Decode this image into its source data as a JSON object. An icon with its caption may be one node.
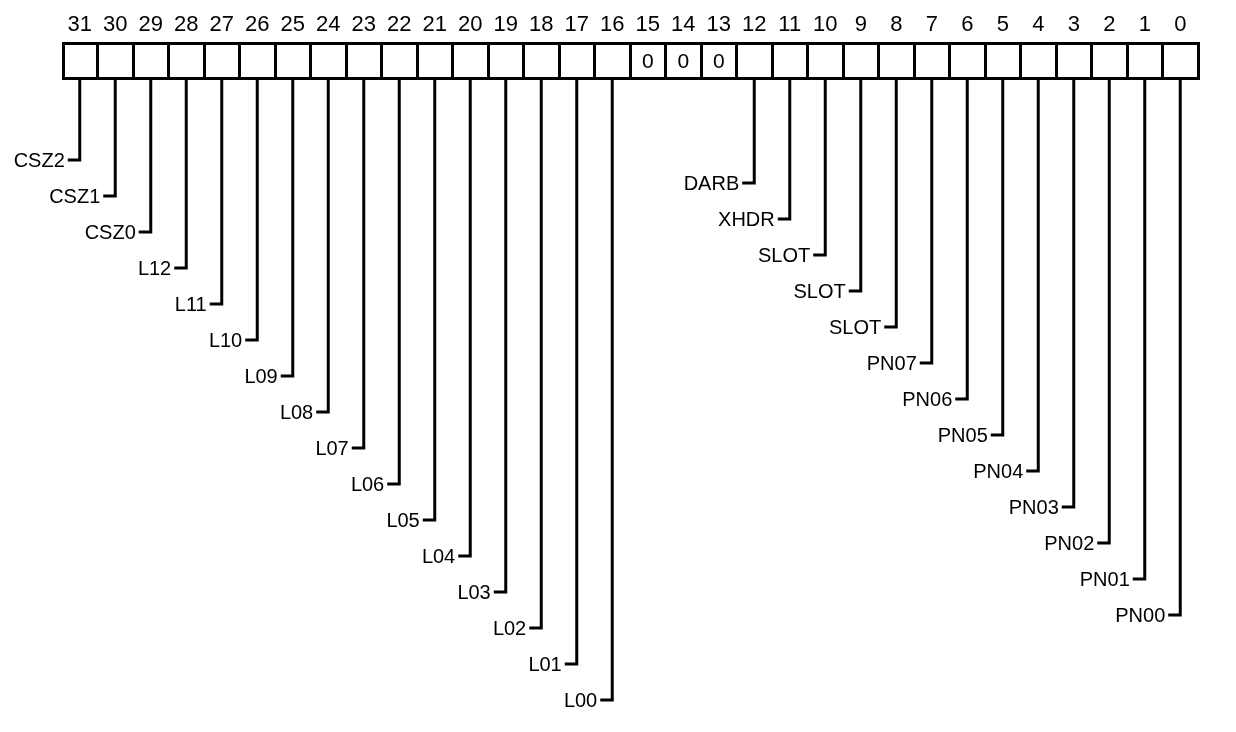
{
  "diagram": {
    "nodes": [
      {
        "text": [],
        "shape": "box"
      },
      {
        "text": [],
        "shape": "box"
      },
      {
        "text": [],
        "shape": "box"
      },
      {
        "text": [],
        "shape": "box"
      },
      {
        "text": [],
        "shape": "box"
      },
      {
        "text": [],
        "shape": "box"
      },
      {
        "text": [],
        "shape": "box"
      },
      {
        "text": [],
        "shape": "box"
      },
      {
        "text": [],
        "shape": "box"
      },
      {
        "text": [],
        "shape": "box"
      },
      {
        "text": [],
        "shape": "box"
      },
      {
        "text": [],
        "shape": "box"
      },
      {
        "text": [],
        "shape": "box"
      },
      {
        "text": [],
        "shape": "box"
      },
      {
        "text": [],
        "shape": "box"
      },
      {
        "text": [],
        "shape": "box"
      },
      {
        "text": [
          "0"
        ]
      },
      {
        "text": [
          "0"
        ]
      },
      {
        "text": [
          "0"
        ]
      },
      {
        "text": [],
        "shape": "box"
      },
      {
        "text": [],
        "shape": "box"
      },
      {
        "text": [],
        "shape": "box"
      },
      {
        "text": [],
        "shape": "box"
      },
      {
        "text": [],
        "shape": "box"
      },
      {
        "text": [],
        "shape": "box"
      },
      {
        "text": [],
        "shape": "box"
      },
      {
        "text": [],
        "shape": "box"
      },
      {
        "text": [],
        "shape": "box"
      },
      {
        "text": [],
        "shape": "box"
      },
      {
        "text": [],
        "shape": "box"
      },
      {
        "text": [],
        "shape": "box"
      },
      {
        "text": [],
        "shape": "box"
      },
      {
        "text": [
          "CSZ2"
        ]
      },
      {
        "text": [
          "CSZ1"
        ]
      },
      {
        "text": [
          "CSZ0"
        ]
      },
      {
        "text": [
          "L12"
        ]
      },
      {
        "text": [
          "L11"
        ]
      },
      {
        "text": [
          "L10"
        ]
      },
      {
        "text": [
          "L09"
        ]
      },
      {
        "text": [
          "L08"
        ]
      },
      {
        "text": [
          "L07"
        ]
      },
      {
        "text": [
          "L06"
        ]
      },
      {
        "text": [
          "L05"
        ]
      },
      {
        "text": [
          "L04"
        ]
      },
      {
        "text": [
          "L03"
        ]
      },
      {
        "text": [
          "L02"
        ]
      },
      {
        "text": [
          "L01"
        ]
      },
      {
        "text": [
          "L00"
        ]
      },
      {
        "text": [
          "DARB"
        ]
      },
      {
        "text": [
          "XHDR"
        ]
      },
      {
        "text": [
          "SLOT"
        ]
      },
      {
        "text": [
          "SLOT"
        ]
      },
      {
        "text": [
          "SLOT"
        ]
      },
      {
        "text": [
          "PN07"
        ]
      },
      {
        "text": [
          "PN06"
        ]
      },
      {
        "text": [
          "PN05"
        ]
      },
      {
        "text": [
          "PN04"
        ]
      },
      {
        "text": [
          "PN03"
        ]
      },
      {
        "text": [
          "PN02"
        ]
      },
      {
        "text": [
          "PN01"
        ]
      },
      {
        "text": [
          "PN00"
        ]
      }
    ],
    "edges": [
      {
        "from": 32,
        "to": 0,
        "arrow": "none"
      },
      {
        "from": 33,
        "to": 1,
        "arrow": "none"
      },
      {
        "from": 34,
        "to": 2,
        "arrow": "none"
      },
      {
        "from": 35,
        "to": 3,
        "arrow": "none"
      },
      {
        "from": 36,
        "to": 4,
        "arrow": "none"
      },
      {
        "from": 37,
        "to": 5,
        "arrow": "none"
      },
      {
        "from": 38,
        "to": 6,
        "arrow": "none"
      },
      {
        "from": 39,
        "to": 7,
        "arrow": "none"
      },
      {
        "from": 40,
        "to": 8,
        "arrow": "none"
      },
      {
        "from": 41,
        "to": 9,
        "arrow": "none"
      },
      {
        "from": 42,
        "to": 10,
        "arrow": "none"
      },
      {
        "from": 43,
        "to": 11,
        "arrow": "none"
      },
      {
        "from": 44,
        "to": 12,
        "arrow": "none"
      },
      {
        "from": 45,
        "to": 13,
        "arrow": "none"
      },
      {
        "from": 46,
        "to": 14,
        "arrow": "none"
      },
      {
        "from": 47,
        "to": 15,
        "arrow": "none"
      },
      {
        "from": 48,
        "to": 19,
        "arrow": "none"
      },
      {
        "from": 49,
        "to": 20,
        "arrow": "none"
      },
      {
        "from": 50,
        "to": 21,
        "arrow": "none"
      },
      {
        "from": 51,
        "to": 22,
        "arrow": "none"
      },
      {
        "from": 52,
        "to": 23,
        "arrow": "none"
      },
      {
        "from": 53,
        "to": 24,
        "arrow": "none"
      },
      {
        "from": 54,
        "to": 25,
        "arrow": "none"
      },
      {
        "from": 55,
        "to": 26,
        "arrow": "none"
      },
      {
        "from": 56,
        "to": 27,
        "arrow": "none"
      },
      {
        "from": 57,
        "to": 28,
        "arrow": "none"
      },
      {
        "from": 58,
        "to": 29,
        "arrow": "none"
      },
      {
        "from": 59,
        "to": 30,
        "arrow": "none"
      },
      {
        "from": 60,
        "to": 31,
        "arrow": "none"
      }
    ],
    "labels": [
      "31",
      "30",
      "29",
      "28",
      "27",
      "26",
      "25",
      "24",
      "23",
      "22",
      "21",
      "20",
      "19",
      "18",
      "17",
      "16",
      "15",
      "14",
      "13",
      "12",
      "11",
      "10",
      "9",
      "8",
      "7",
      "6",
      "5",
      "4",
      "3",
      "2",
      "1",
      "0"
    ]
  }
}
